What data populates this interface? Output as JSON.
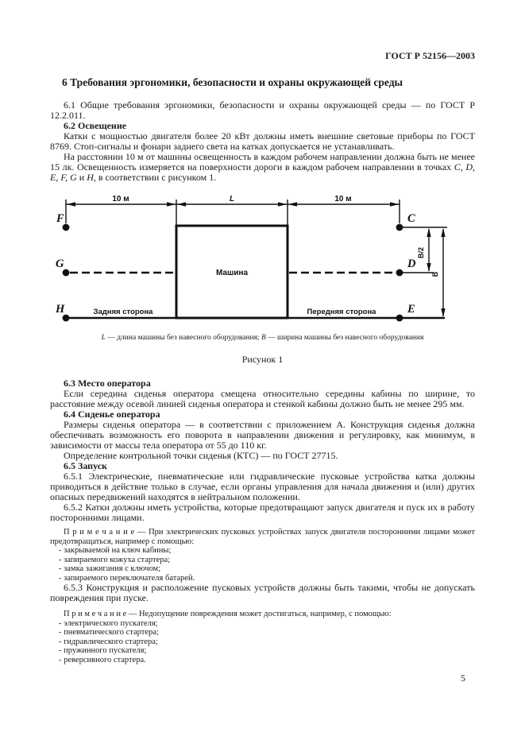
{
  "header": {
    "doc_code": "ГОСТ Р 52156—2003"
  },
  "section6": {
    "title": "6  Требования эргономики, безопасности и охраны окружающей среды",
    "p_6_1": "6.1 Общие требования эргономики, безопасности и охраны окружающей среды — по ГОСТ Р 12.2.011.",
    "h_6_2": "6.2 Освещение",
    "p_6_2_a": "Катки с мощностью двигателя более 20 кВт должны иметь внешние световые приборы по ГОСТ 8769. Стоп-сигналы и фонари заднего света на катках допускается не устанавливать.",
    "p_6_2_b1": "На расстоянии 10 м от машины освещенность в каждом рабочем направлении должна быть не менее 15 лк. Освещенность измеряется на поверхности дороги в каждом рабочем направлении в точках ",
    "p_6_2_b_points": "C, D, E, F, G",
    "p_6_2_b_and": " и ",
    "p_6_2_b_h": "H",
    "p_6_2_b2": ", в соответствии с рисунком 1.",
    "h_6_3": "6.3 Место оператора",
    "p_6_3": "Если середина сиденья оператора смещена относительно середины кабины по ширине, то расстояние между осевой линией сиденья оператора и стенкой кабины должно быть не менее 295 мм.",
    "h_6_4": "6.4 Сиденье оператора",
    "p_6_4_a": "Размеры сиденья оператора — в соответствии с приложением А. Конструкция сиденья должна обеспечивать возможность его поворота в направлении движения и регулировку, как минимум, в зависимости от массы тела оператора от 55 до 110 кг.",
    "p_6_4_b": "Определение контрольной точки сиденья (КТС) — по ГОСТ 27715.",
    "h_6_5": "6.5 Запуск",
    "p_6_5_1": "6.5.1 Электрические, пневматические или гидравлические пусковые устройства катка должны приводиться в действие только в случае, если органы управления для начала движения и (или) других опасных передвижений находятся в нейтральном положении.",
    "p_6_5_2": "6.5.2 Катки должны иметь устройства, которые предотвращают запуск двигателя и пуск их в работу посторонними лицами.",
    "note1_intro": "П р и м е ч а н и е — При электрических пусковых устройствах запуск двигателя посторонними лицами может предотвращаться, например с помощью:",
    "note1_items": [
      "- закрываемой на ключ кабины;",
      "- запираемого кожуха стартера;",
      "- замка зажигания с ключом;",
      "- запираемого переключателя батарей."
    ],
    "p_6_5_3": "6.5.3 Конструкция и расположение пусковых устройств должны быть такими, чтобы не допускать повреждения при пуске.",
    "note2_intro": "П р и м е ч а н и е — Недопущение повреждения может достигаться, например, с помощью:",
    "note2_items": [
      "- электрического пускателя;",
      "- пневматического стартера;",
      "- гидравлического стартера;",
      "- пружинного пускателя;",
      "- реверсивного стартера."
    ]
  },
  "figure": {
    "dim_left": "10 м",
    "dim_len": "L",
    "dim_right": "10 м",
    "point_f": "F",
    "point_g": "G",
    "point_h": "H",
    "point_c": "C",
    "point_d": "D",
    "point_e": "E",
    "machine_label": "Машина",
    "rear_label": "Задняя сторона",
    "front_label": "Передняя сторона",
    "b_half_label": "B/2",
    "b_label": "B",
    "caption_l": "L",
    "caption_l_text": " — длина машины без навесного оборудования; ",
    "caption_b": "В",
    "caption_b_text": " — ширина машины без навесного оборудования",
    "figure_caption": "Рисунок 1"
  },
  "footer": {
    "page_number": "5"
  }
}
